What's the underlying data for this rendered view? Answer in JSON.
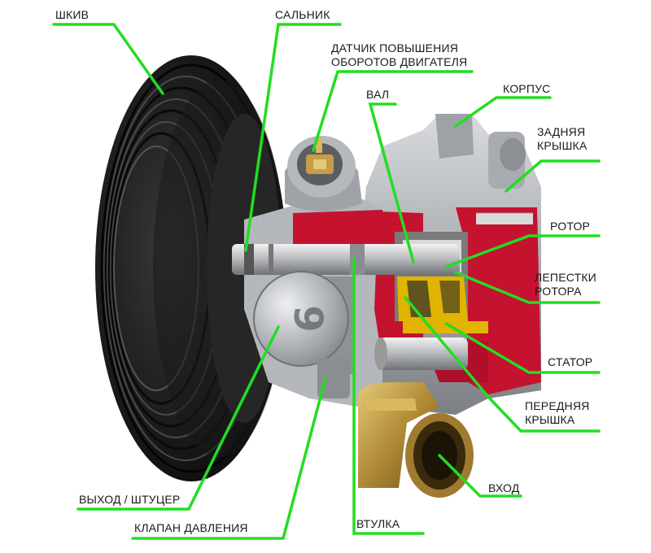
{
  "labels": {
    "pulley": "ШКИВ",
    "seal": "САЛЬНИК",
    "sensor_line1": "ДАТЧИК ПОВЫШЕНИЯ",
    "sensor_line2": "ОБОРОТОВ ДВИГАТЕЛЯ",
    "housing": "КОРПУС",
    "shaft": "ВАЛ",
    "rear_cover_line1": "ЗАДНЯЯ",
    "rear_cover_line2": "КРЫШКА",
    "rotor": "РОТОР",
    "vanes_line1": "ЛЕПЕСТКИ",
    "vanes_line2": "РОТОРА",
    "stator": "СТАТОР",
    "front_cover_line1": "ПЕРЕДНЯЯ",
    "front_cover_line2": "КРЫШКА",
    "inlet": "ВХОД",
    "outlet": "ВЫХОД / ШТУЦЕР",
    "pressure_valve": "КЛАПАН ДАВЛЕНИЯ",
    "bushing": "ВТУЛКА",
    "fitting_mark": "9"
  },
  "colors": {
    "leader": "#22dd22",
    "cutaway": "#c4122f",
    "metal": "#b9bcc0",
    "pulley": "#1c1c1c",
    "brass": "#b8913a",
    "stator": "#e0b400"
  }
}
